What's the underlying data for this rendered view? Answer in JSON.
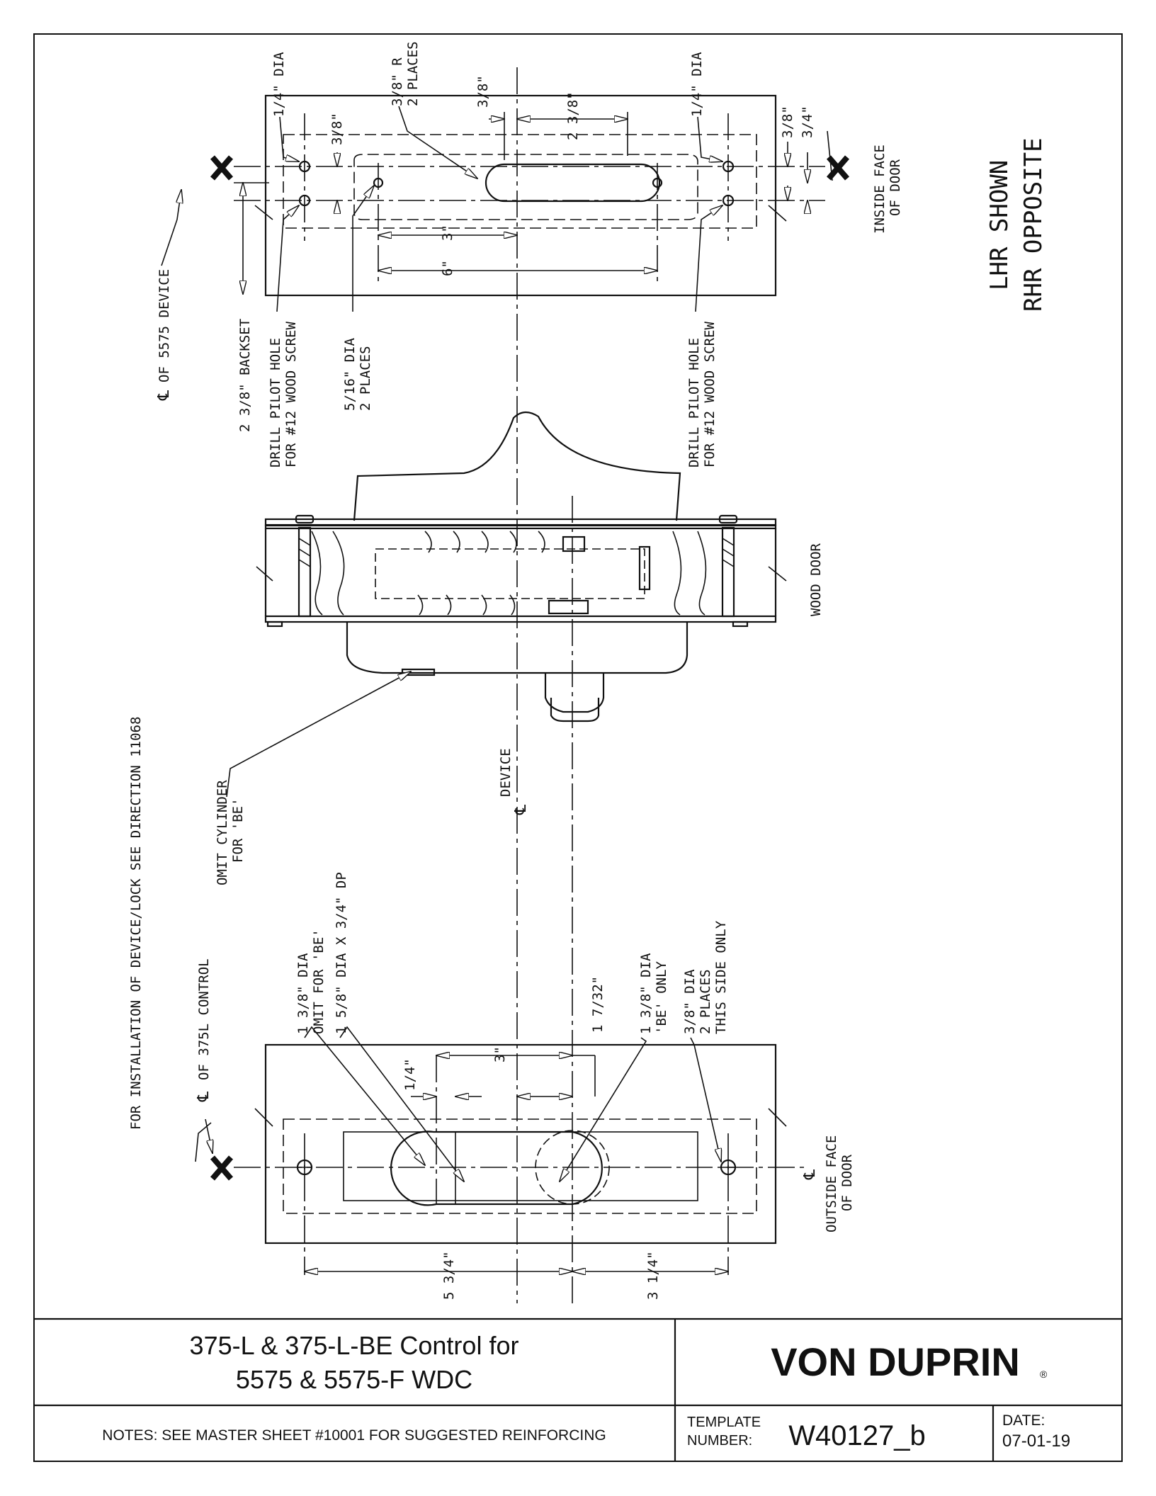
{
  "views": {
    "inside": {
      "title_line1": "LHR SHOWN",
      "title_line2": "RHR OPPOSITE",
      "label_inside_face_1": "INSIDE FACE",
      "label_inside_face_2": "OF DOOR",
      "label_cl_device_prefix": "℄",
      "label_cl_device": "OF 5575 DEVICE",
      "label_backset": "2 3/8\" BACKSET",
      "label_pilot_left_1": "DRILL PILOT HOLE",
      "label_pilot_left_2": "FOR #12 WOOD SCREW",
      "label_pilot_right_1": "DRILL PILOT HOLE",
      "label_pilot_right_2": "FOR #12 WOOD SCREW",
      "label_516_1": "5/16\" DIA",
      "label_516_2": "2 PLACES",
      "label_quarter_left": "1/4\" DIA",
      "label_quarter_right": "1/4\" DIA",
      "label_38r_1": "3/8\" R",
      "label_38r_2": "2 PLACES",
      "dim_3_8_a": "3/8\"",
      "dim_3_8_b": "3/8\"",
      "dim_3_8_c": "3/8\"",
      "dim_3_4": "3/4\"",
      "dim_2_3_8": "2 3/8\"",
      "dim_3": "3\"",
      "dim_6": "6\""
    },
    "section": {
      "label_wood_door": "WOOD DOOR",
      "label_omit_cyl_1": "OMIT CYLINDER",
      "label_omit_cyl_2": "FOR 'BE'",
      "label_device": "DEVICE",
      "label_device_cl": "℄",
      "label_install": "FOR INSTALLATION OF DEVICE/LOCK SEE DIRECTION 11068"
    },
    "outside": {
      "label_cl_375l_prefix": "℄",
      "label_cl_375l": "OF 375L CONTROL",
      "label_138_1": "1 3/8\" DIA",
      "label_138_2": "OMIT FOR 'BE'",
      "label_158": "1 5/8\" DIA X 3/4\" DP",
      "label_138be_1": "1 3/8\" DIA",
      "label_138be_2": "'BE' ONLY",
      "label_38dia_1": "3/8\" DIA",
      "label_38dia_2": "2 PLACES",
      "label_38dia_3": "THIS SIDE ONLY",
      "label_outside_face_1": "OUTSIDE FACE",
      "label_outside_face_2": "OF DOOR",
      "dim_1_7_32": "1 7/32\"",
      "dim_3": "3\"",
      "dim_1_4": "1/4\"",
      "dim_5_3_4": "5 3/4\"",
      "dim_3_1_4": "3 1/4\""
    }
  },
  "title_block": {
    "title_line1": "375-L & 375-L-BE Control for",
    "title_line2": "5575 & 5575-F WDC",
    "brand": "VON DUPRIN",
    "registered": "®",
    "notes": "NOTES: SEE MASTER SHEET #10001 FOR SUGGESTED REINFORCING",
    "template_label_1": "TEMPLATE",
    "template_label_2": "NUMBER:",
    "template_number": "W40127_b",
    "date_label": "DATE:",
    "date_value": "07-01-19"
  }
}
